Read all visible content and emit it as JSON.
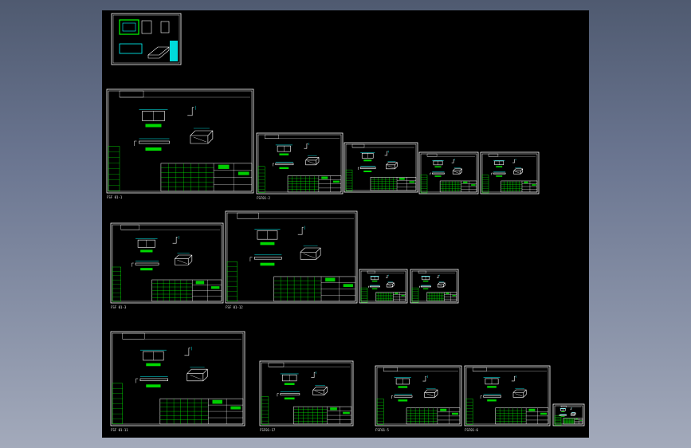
{
  "viewport": {
    "background_top": "#4f5a70",
    "background_bottom": "#a3aabb",
    "canvas_color": "#000000"
  },
  "colors": {
    "frame": "#ffffff",
    "table": "#00ff00",
    "geometry": "#ffffff",
    "dimension": "#00ffff",
    "hatch": "#00ff00",
    "highlight": "#ff3030"
  },
  "sheets": [
    {
      "id": "overview",
      "kind": "overview",
      "caption": ""
    },
    {
      "id": "r1a",
      "kind": "detail",
      "caption": "FSF 01-1"
    },
    {
      "id": "r1b",
      "kind": "detail",
      "caption": "FSF01-2"
    },
    {
      "id": "r1c",
      "kind": "detail",
      "caption": ""
    },
    {
      "id": "r1d",
      "kind": "detail",
      "caption": ""
    },
    {
      "id": "r1e",
      "kind": "detail",
      "caption": ""
    },
    {
      "id": "r2a",
      "kind": "detail",
      "caption": "FSF 01-3"
    },
    {
      "id": "r2b",
      "kind": "detail",
      "caption": "FSF 01-12"
    },
    {
      "id": "r2c",
      "kind": "detail",
      "caption": ""
    },
    {
      "id": "r2d",
      "kind": "detail",
      "caption": ""
    },
    {
      "id": "r3a",
      "kind": "detail",
      "caption": "FSF 01-11"
    },
    {
      "id": "r3b",
      "kind": "detail",
      "caption": "FSF01-17"
    },
    {
      "id": "r3c",
      "kind": "detail",
      "caption": "FSF01-5"
    },
    {
      "id": "r3d",
      "kind": "detail",
      "caption": "FSF01-6"
    },
    {
      "id": "r3e",
      "kind": "detail",
      "caption": ""
    }
  ]
}
